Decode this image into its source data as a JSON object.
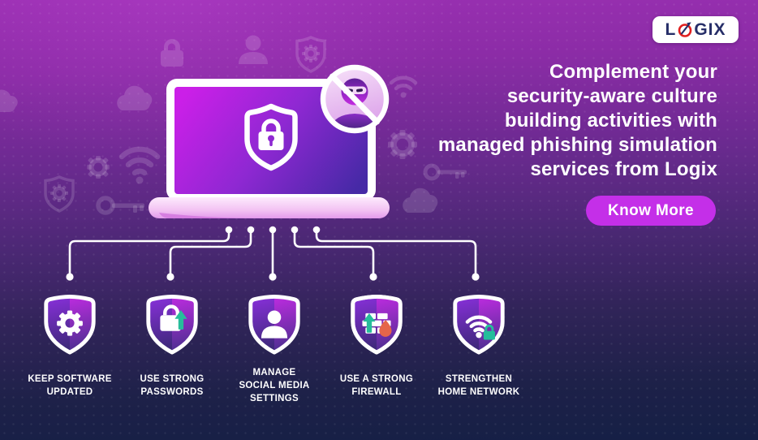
{
  "brand": {
    "name": "LOGIX",
    "prefix": "L",
    "suffix": "GIX"
  },
  "headline": {
    "text": "Complement your\nsecurity-aware culture\nbuilding activities with\nmanaged phishing simulation\nservices from Logix"
  },
  "cta": {
    "label": "Know More"
  },
  "tips": [
    {
      "icon": "gear-icon",
      "label": "KEEP SOFTWARE\nUPDATED"
    },
    {
      "icon": "padlock-upgrade-icon",
      "label": "USE STRONG\nPASSWORDS"
    },
    {
      "icon": "person-icon",
      "label": "MANAGE\nSOCIAL MEDIA\nSETTINGS"
    },
    {
      "icon": "firewall-icon",
      "label": "USE A STRONG\nFIREWALL"
    },
    {
      "icon": "wifi-lock-icon",
      "label": "STRENGTHEN\nHOME NETWORK"
    }
  ],
  "illustration": {
    "laptop_icon": "shield-lock-icon",
    "badge_icon": "no-hacker-icon",
    "background_icons": [
      "padlock-icon",
      "person-icon",
      "shield-gear-icon",
      "cloud-icon",
      "wifi-icon",
      "gear-icon",
      "key-icon"
    ]
  },
  "colors": {
    "background_top": "#9a30b2",
    "background_bottom": "#151f45",
    "cta_bg": "#c42fe8",
    "screen_magenta": "#cb1fe8",
    "shield_left": "#8030d4",
    "shield_right": "#c92ce8",
    "accent_teal": "#27bd9b",
    "accent_orange": "#e5654a",
    "logo_navy": "#262e68",
    "logo_red": "#e01f1f",
    "laptop_base_pink": "#f3c3f3"
  }
}
